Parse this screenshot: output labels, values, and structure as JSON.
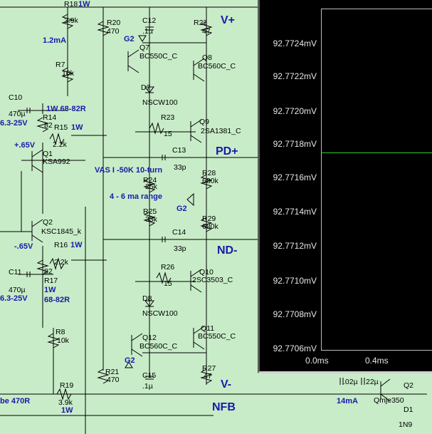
{
  "schematic": {
    "components": [
      {
        "id": "R18",
        "text": "R18"
      },
      {
        "id": "R18v",
        "text": "3.9k"
      },
      {
        "id": "R18w",
        "text": "1W"
      },
      {
        "id": "R20",
        "text": "R20"
      },
      {
        "id": "R20v",
        "text": "470"
      },
      {
        "id": "C12",
        "text": "C12"
      },
      {
        "id": "C12v",
        "text": ".1µ"
      },
      {
        "id": "R22",
        "text": "R22"
      },
      {
        "id": "R22v",
        "text": "47"
      },
      {
        "id": "G2a",
        "text": "G2"
      },
      {
        "id": "Q7",
        "text": "Q7"
      },
      {
        "id": "Q7v",
        "text": "BC550C_C"
      },
      {
        "id": "Q8",
        "text": "Q8"
      },
      {
        "id": "Q8v",
        "text": "BC560C_C"
      },
      {
        "id": "R7",
        "text": "R7"
      },
      {
        "id": "R7v",
        "text": "10k"
      },
      {
        "id": "D7",
        "text": "D7"
      },
      {
        "id": "D7v",
        "text": "NSCW100"
      },
      {
        "id": "C10",
        "text": "C10"
      },
      {
        "id": "C10v",
        "text": "470µ"
      },
      {
        "id": "C10r",
        "text": "6.3-25V"
      },
      {
        "id": "R14",
        "text": "R14"
      },
      {
        "id": "R14v",
        "text": "82"
      },
      {
        "id": "R15",
        "text": "R15"
      },
      {
        "id": "R15v",
        "text": "2.2k"
      },
      {
        "id": "R23",
        "text": "R23"
      },
      {
        "id": "R23v",
        "text": "15"
      },
      {
        "id": "Q9",
        "text": "Q9"
      },
      {
        "id": "Q9v",
        "text": "2SA1381_C"
      },
      {
        "id": "Q1",
        "text": "Q1"
      },
      {
        "id": "Q1v",
        "text": "KSA992"
      },
      {
        "id": "C13",
        "text": "C13"
      },
      {
        "id": "C13v",
        "text": "33p"
      },
      {
        "id": "R24",
        "text": "R24"
      },
      {
        "id": "R24v",
        "text": "25k"
      },
      {
        "id": "R28",
        "text": "R28"
      },
      {
        "id": "R28v",
        "text": "680k"
      },
      {
        "id": "G2b",
        "text": "G2"
      },
      {
        "id": "R25",
        "text": "R25"
      },
      {
        "id": "R25v",
        "text": "33k"
      },
      {
        "id": "R29",
        "text": "R29"
      },
      {
        "id": "R29v",
        "text": "680k"
      },
      {
        "id": "Q2",
        "text": "Q2"
      },
      {
        "id": "Q2v",
        "text": "KSC1845_k"
      },
      {
        "id": "C14",
        "text": "C14"
      },
      {
        "id": "C14v",
        "text": "33p"
      },
      {
        "id": "R16",
        "text": "R16"
      },
      {
        "id": "R16v",
        "text": "2.2k"
      },
      {
        "id": "R16w",
        "text": "1W"
      },
      {
        "id": "R26",
        "text": "R26"
      },
      {
        "id": "R26v",
        "text": "15"
      },
      {
        "id": "Q10",
        "text": "Q10"
      },
      {
        "id": "Q10v",
        "text": "2SC3503_C"
      },
      {
        "id": "C11",
        "text": "C11"
      },
      {
        "id": "C11v",
        "text": "470µ"
      },
      {
        "id": "C11r",
        "text": "6.3-25V"
      },
      {
        "id": "R17v",
        "text": "82"
      },
      {
        "id": "R17",
        "text": "R17"
      },
      {
        "id": "D8",
        "text": "D8"
      },
      {
        "id": "D8v",
        "text": "NSCW100"
      },
      {
        "id": "R8",
        "text": "R8"
      },
      {
        "id": "R8v",
        "text": "10k"
      },
      {
        "id": "Q12",
        "text": "Q12"
      },
      {
        "id": "Q12v",
        "text": "BC560C_C"
      },
      {
        "id": "Q11",
        "text": "Q11"
      },
      {
        "id": "Q11v",
        "text": "BC550C_C"
      },
      {
        "id": "G2c",
        "text": "G2"
      },
      {
        "id": "R21",
        "text": "R21"
      },
      {
        "id": "R21v",
        "text": "470"
      },
      {
        "id": "C15",
        "text": "C15"
      },
      {
        "id": "C15v",
        "text": ".1µ"
      },
      {
        "id": "R27",
        "text": "R27"
      },
      {
        "id": "R27v",
        "text": "47"
      },
      {
        "id": "R19",
        "text": "R19"
      },
      {
        "id": "R19v",
        "text": "3.9k"
      },
      {
        "id": "R19w",
        "text": "1W"
      },
      {
        "id": "C_a",
        "text": ".02µ"
      },
      {
        "id": "C_b",
        "text": "22µ"
      },
      {
        "id": "Qm",
        "text": "Qmje350"
      },
      {
        "id": "Q2x",
        "text": "Q2"
      },
      {
        "id": "D1x",
        "text": "D1"
      },
      {
        "id": "N1",
        "text": "1N9"
      }
    ],
    "annotations": [
      {
        "id": "a_12ma",
        "text": "1.2mA"
      },
      {
        "id": "a_1w1",
        "text": "1W  68-82R"
      },
      {
        "id": "a_1w2",
        "text": "1W"
      },
      {
        "id": "a_065p",
        "text": "+.65V"
      },
      {
        "id": "a_vas",
        "text": "VAS I -50K 10-turn"
      },
      {
        "id": "a_range",
        "text": "4 - 6 ma range"
      },
      {
        "id": "a_065n",
        "text": "-.65V"
      },
      {
        "id": "a_1w3",
        "text": "1W"
      },
      {
        "id": "a_6882",
        "text": "68-82R"
      },
      {
        "id": "a_470r",
        "text": "be 470R"
      },
      {
        "id": "a_14ma",
        "text": "14mA"
      }
    ],
    "nets": [
      {
        "id": "vplus",
        "text": "V+"
      },
      {
        "id": "pdplus",
        "text": "PD+"
      },
      {
        "id": "ndminus",
        "text": "ND-"
      },
      {
        "id": "vminus",
        "text": "V-"
      },
      {
        "id": "nfb",
        "text": "NFB"
      }
    ]
  },
  "plot": {
    "y_ticks": [
      "92.7724mV",
      "92.7722mV",
      "92.7720mV",
      "92.7718mV",
      "92.7716mV",
      "92.7714mV",
      "92.7712mV",
      "92.7710mV",
      "92.7708mV",
      "92.7706mV"
    ],
    "x_ticks": [
      "0.0ms",
      "0.4ms"
    ],
    "trace_value_mV": 92.77166,
    "y_range_mV": [
      92.7705,
      92.7725
    ],
    "trace_color": "#2fd12f",
    "background": "#000000"
  },
  "colors": {
    "schematic_bg": "#c8ecc8",
    "net_label": "#1a1aa8"
  }
}
